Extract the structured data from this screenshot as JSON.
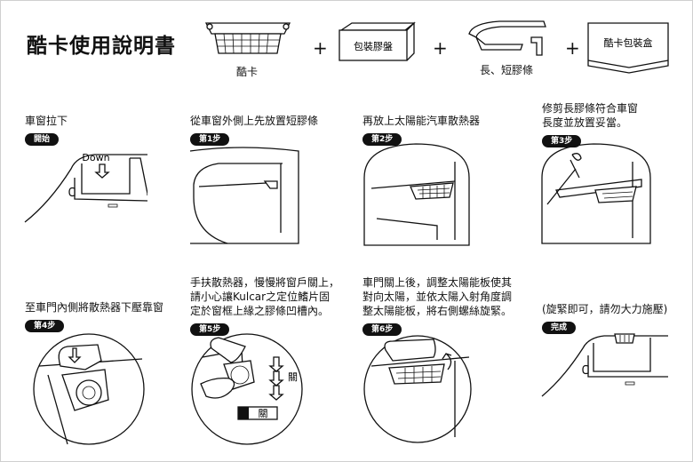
{
  "title": "酷卡使用說明書",
  "parts": {
    "card": "酷卡",
    "tray": "包裝膠盤",
    "strips": "長、短膠條",
    "box": "酷卡包裝盒",
    "plus": "+"
  },
  "steps": [
    {
      "desc": [
        "車窗拉下"
      ],
      "badge": "開始",
      "down_label": "Down"
    },
    {
      "desc": [
        "從車窗外側上先放置短膠條"
      ],
      "badge": "第1步"
    },
    {
      "desc": [
        "再放上太陽能汽車散熱器"
      ],
      "badge": "第2步"
    },
    {
      "desc": [
        "修剪長膠條符合車窗",
        "長度並放置妥當。"
      ],
      "badge": "第3步"
    },
    {
      "desc": [
        "至車門內側將散熱器下壓靠窗"
      ],
      "badge": "第4步"
    },
    {
      "desc": [
        "手扶散熱器，慢慢將窗戶關上，",
        "請小心讓Kulcar之定位鰭片固",
        "定於窗框上緣之膠條凹槽內。"
      ],
      "badge": "第5步",
      "label_close": "關",
      "label_off": "關"
    },
    {
      "desc": [
        "車門關上後，調整太陽能板使其",
        "對向太陽，並依太陽入射角度調",
        "整太陽能板，將右側螺絲旋緊。"
      ],
      "badge": "第6步"
    },
    {
      "desc": [
        "(旋緊即可，請勿大力施壓)"
      ],
      "badge": "完成"
    }
  ]
}
